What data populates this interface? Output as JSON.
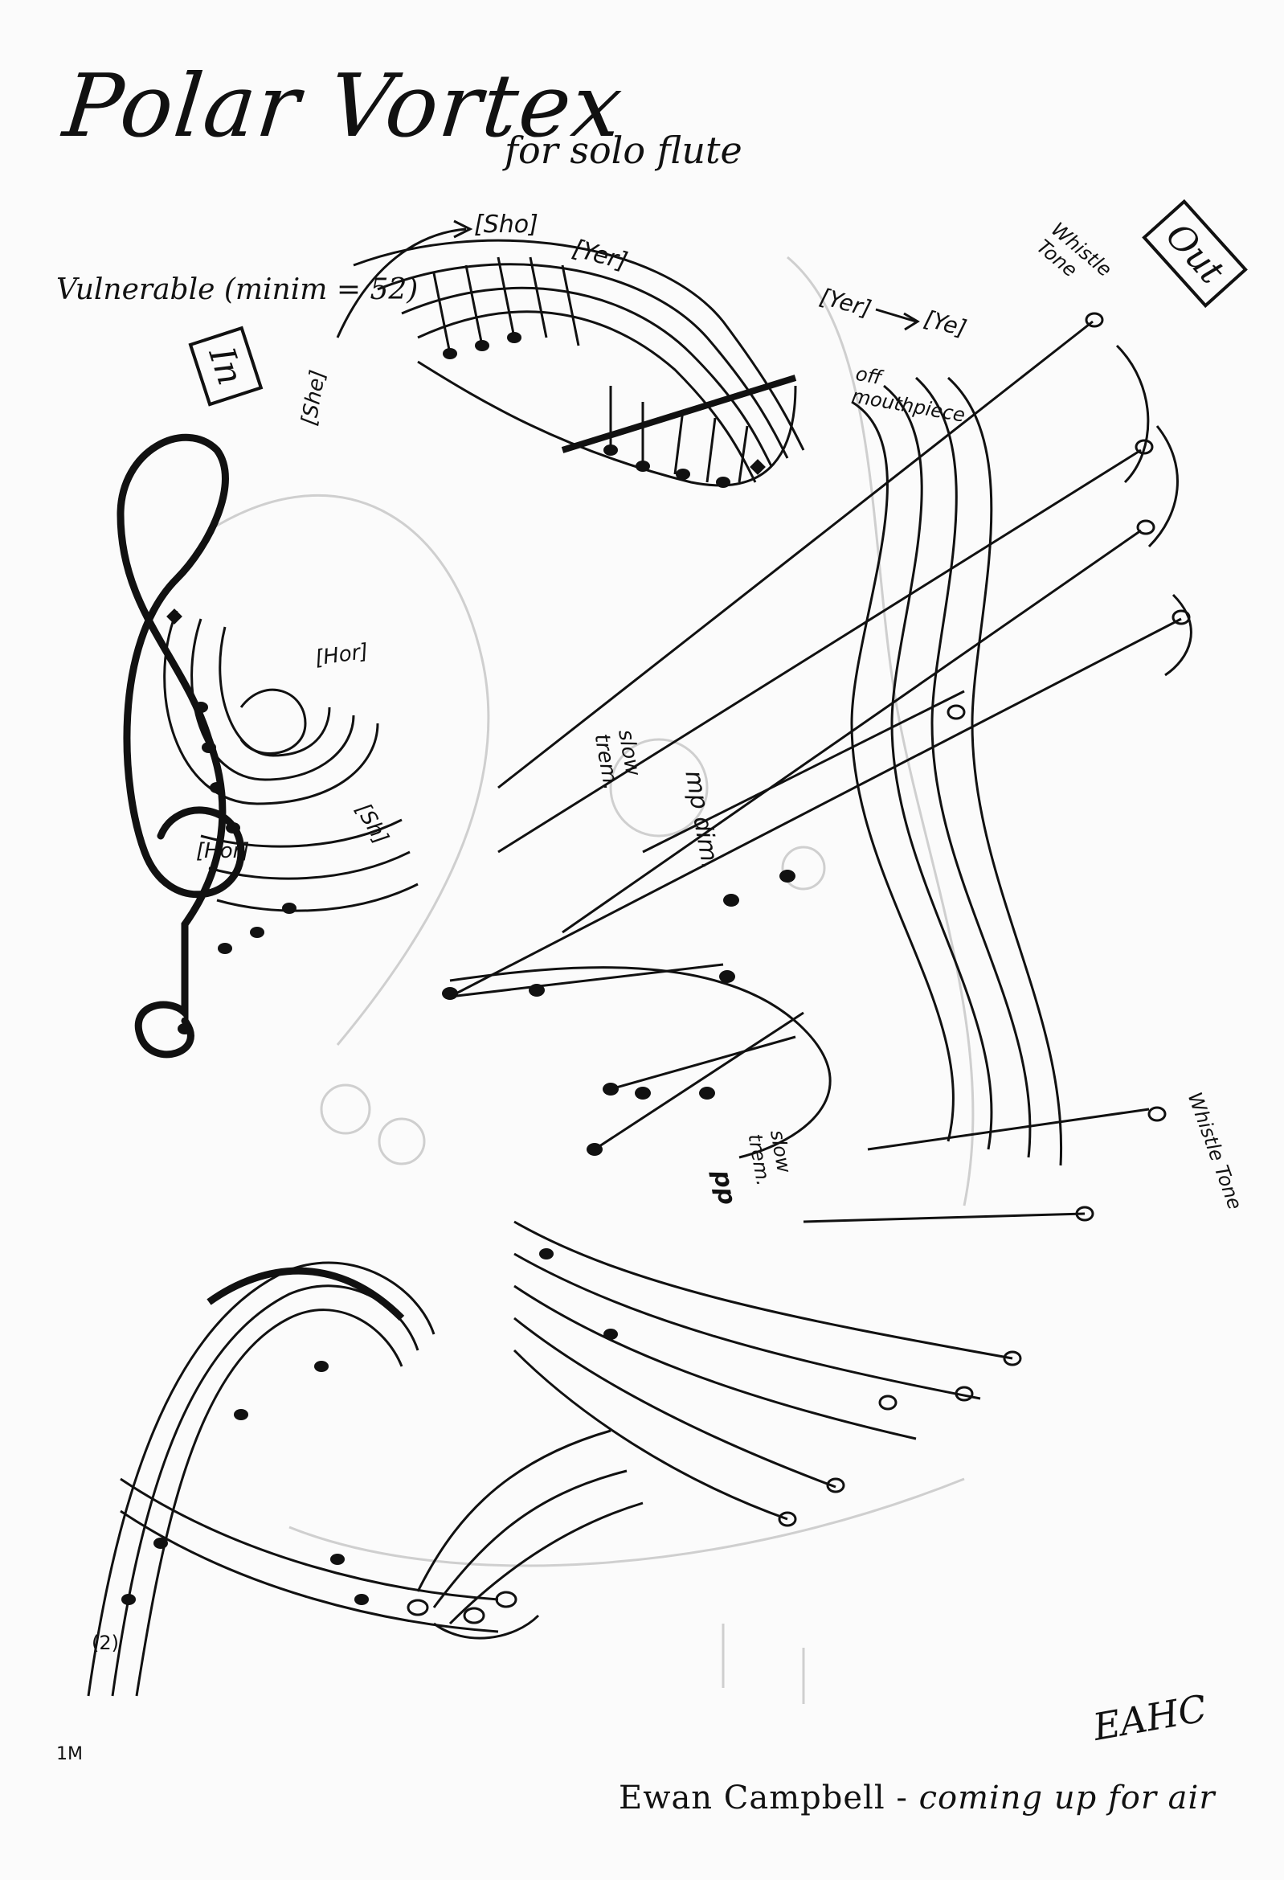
{
  "title": "Polar Vortex",
  "subtitle": "for solo flute",
  "tempo": "Vulnerable (minim = 52)",
  "labels": {
    "in": "In",
    "out": "Out",
    "sho": "[Sho]",
    "yer_top": "[Yer]",
    "yer_right": "[Yer]",
    "ye": "[Ye]",
    "she": "[She]",
    "hor_upper": "[Hor]",
    "hor_lower": "[Hor]",
    "sh_lower": "[Sh]",
    "whistle_tone_top": "Whistle Tone",
    "whistle_tone_right": "Whistle Tone",
    "off_mouthpiece": "off mouthpiece",
    "slow_trem_upper": "slow trem.",
    "mp_dim": "mp dim.",
    "slow_trem_lower": "slow trem.",
    "pp": "pp",
    "one_m": "1M",
    "two_circ": "(2)"
  },
  "credit": {
    "composer": "Ewan Campbell",
    "separator": "-",
    "collection": "coming up for air"
  },
  "signature": "EAHC",
  "colors": {
    "ink": "#111111",
    "ghost": "#c9c9c9",
    "paper": "#fbfbfb"
  }
}
